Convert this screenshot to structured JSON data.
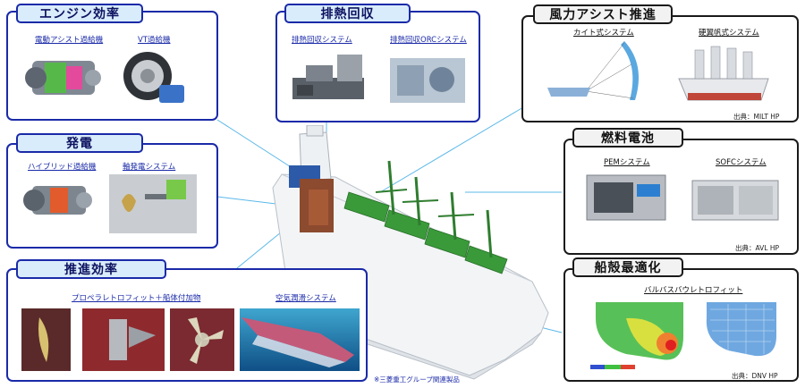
{
  "panels": {
    "engine": {
      "title": "エンジン効率",
      "items": [
        "電動アシスト過給機",
        "VT過給機"
      ]
    },
    "exhaust": {
      "title": "排熱回収",
      "items": [
        "排熱回収システム",
        "排熱回収ORCシステム"
      ]
    },
    "wind": {
      "title": "風力アシスト推進",
      "items": [
        "カイト式システム",
        "硬翼帆式システム"
      ],
      "credit": "出典：MILT HP"
    },
    "power": {
      "title": "発電",
      "items": [
        "ハイブリッド過給機",
        "軸発電システム"
      ]
    },
    "fuelcell": {
      "title": "燃料電池",
      "items": [
        "PEMシステム",
        "SOFCシステム"
      ],
      "credit": "出典：AVL HP"
    },
    "propulsion": {
      "title": "推進効率",
      "items": [
        "プロペラレトロフィット＋船体付加物",
        "空気潤滑システム"
      ]
    },
    "hull": {
      "title": "船殻最適化",
      "items": [
        "バルバスバウレトロフィット"
      ],
      "credit": "出典：DNV HP"
    }
  },
  "footnote": "※三菱重工グループ関連製品",
  "colors": {
    "frame": "#1a2aa8",
    "tab_fill": "#d9ecfb",
    "dark_frame": "#1a1a1a",
    "connector": "#5bb8e8",
    "deck_green": "#3a9a3a"
  }
}
